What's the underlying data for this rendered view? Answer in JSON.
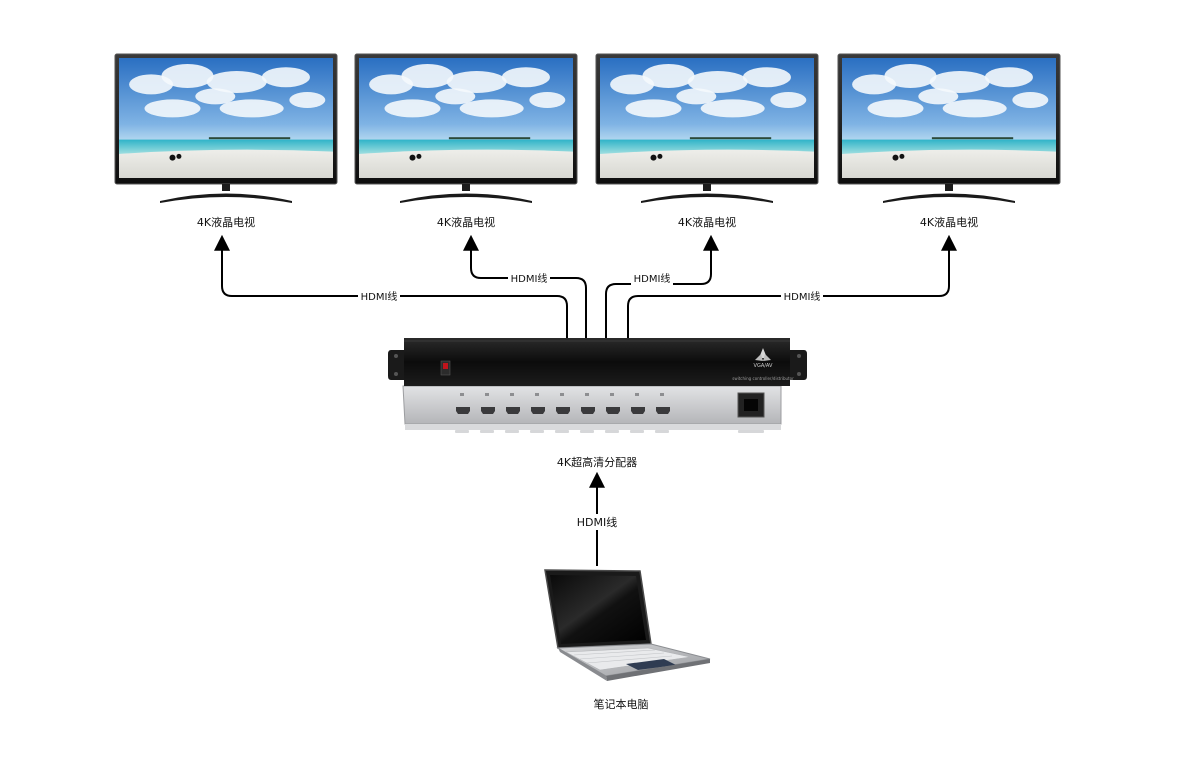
{
  "tvs": [
    {
      "label": "4K液晶电视"
    },
    {
      "label": "4K液晶电视"
    },
    {
      "label": "4K液晶电视"
    },
    {
      "label": "4K液晶电视"
    }
  ],
  "cables": {
    "outer_left": "HDMI线",
    "inner_left": "HDMI线",
    "inner_right": "HDMI线",
    "outer_right": "HDMI线",
    "input": "HDMI线"
  },
  "splitter": {
    "label": "4K超高清分配器",
    "model": "VGA/AV",
    "subtitle": "switching controller/distributor",
    "port_count": 9
  },
  "laptop": {
    "label": "笔记本电脑"
  },
  "colors": {
    "wire": "#000000",
    "chassis_front": "#111111",
    "chassis_rear": "#c9cacc",
    "power_switch": "#c0141c"
  }
}
